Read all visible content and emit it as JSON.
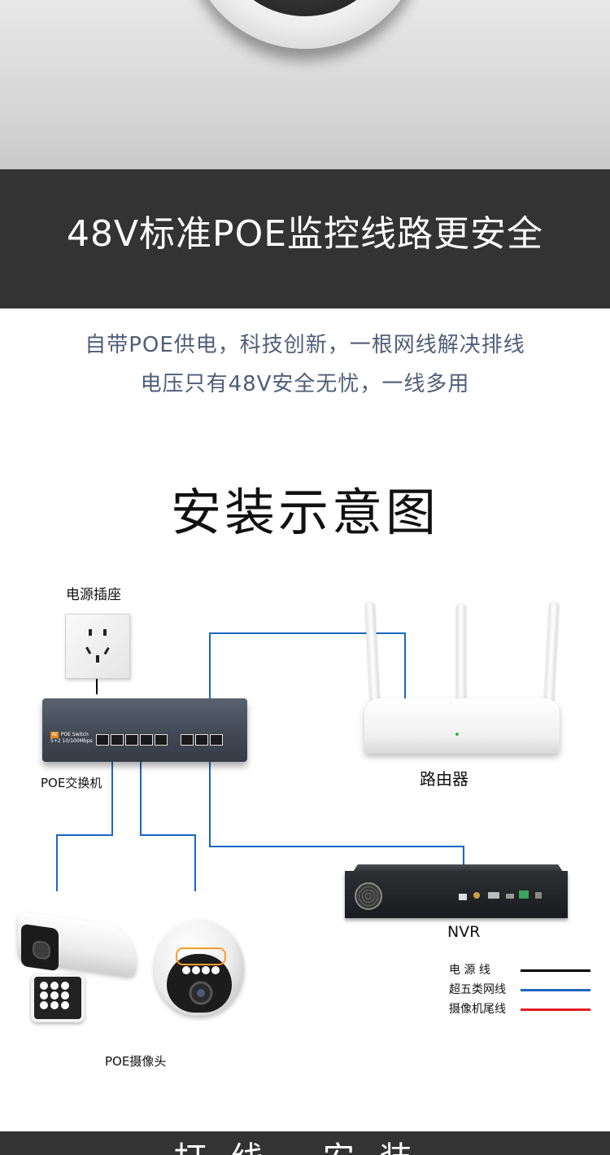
{
  "banner": {
    "title": "48V标准POE监控线路更安全"
  },
  "intro": {
    "line1": "自带POE供电，科技创新，一根网线解决排线",
    "line2": "电压只有48V安全无忧，一线多用"
  },
  "diagram": {
    "title": "安装示意图",
    "nodes": {
      "socket": "电源插座",
      "switch": "POE交换机",
      "router": "路由器",
      "nvr": "NVR",
      "cameras": "POE摄像头"
    },
    "switch_brand": {
      "ai": "AI",
      "name": "POE Switch",
      "spec": "5+2 10/100Mbps"
    },
    "legend": [
      {
        "label": "电 源 线",
        "color": "#000000"
      },
      {
        "label": "超五类网线",
        "color": "#1a66c2"
      },
      {
        "label": "摄像机尾线",
        "color": "#e31b23"
      }
    ],
    "wire_color": "#1a66c2",
    "power_color": "#000000"
  },
  "footer": {
    "text": "打线 安装"
  }
}
